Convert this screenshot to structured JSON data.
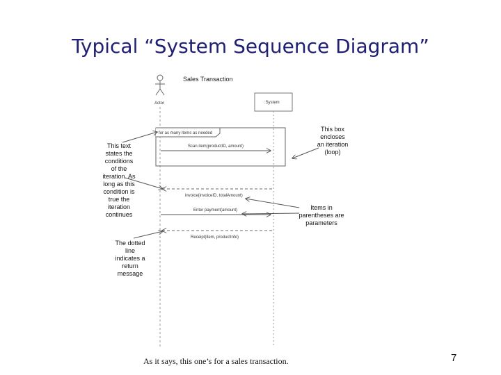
{
  "title": "Typical “System Sequence Diagram”",
  "caption": "As it says, this one’s for a sales transaction.",
  "page_number": "7",
  "diagram": {
    "heading": "Sales Transaction",
    "actor_label": "Actor",
    "system_label": ":System",
    "loop_condition": "for as many items as needed",
    "messages": [
      {
        "label": "Scan item(productID, amount)",
        "kind": "call"
      },
      {
        "label": "invoice(invoiceID, totalAmount)",
        "kind": "return"
      },
      {
        "label": "Enter payment(amount)",
        "kind": "call"
      },
      {
        "label": "Receipt(item, productInfo)",
        "kind": "return"
      }
    ],
    "annotations": {
      "condition_text": [
        "This text",
        "states the",
        "conditions",
        "of the",
        "iteration. As",
        "long as this",
        "condition is",
        "true the",
        "iteration",
        "continues"
      ],
      "loop_box": [
        "This box",
        "encloses",
        "an iteration",
        "(loop)"
      ],
      "parameters": [
        "Items in",
        "parentheses are",
        "parameters"
      ],
      "dotted_line": [
        "The dotted",
        "line",
        "indicates a",
        "return",
        "message"
      ]
    }
  }
}
